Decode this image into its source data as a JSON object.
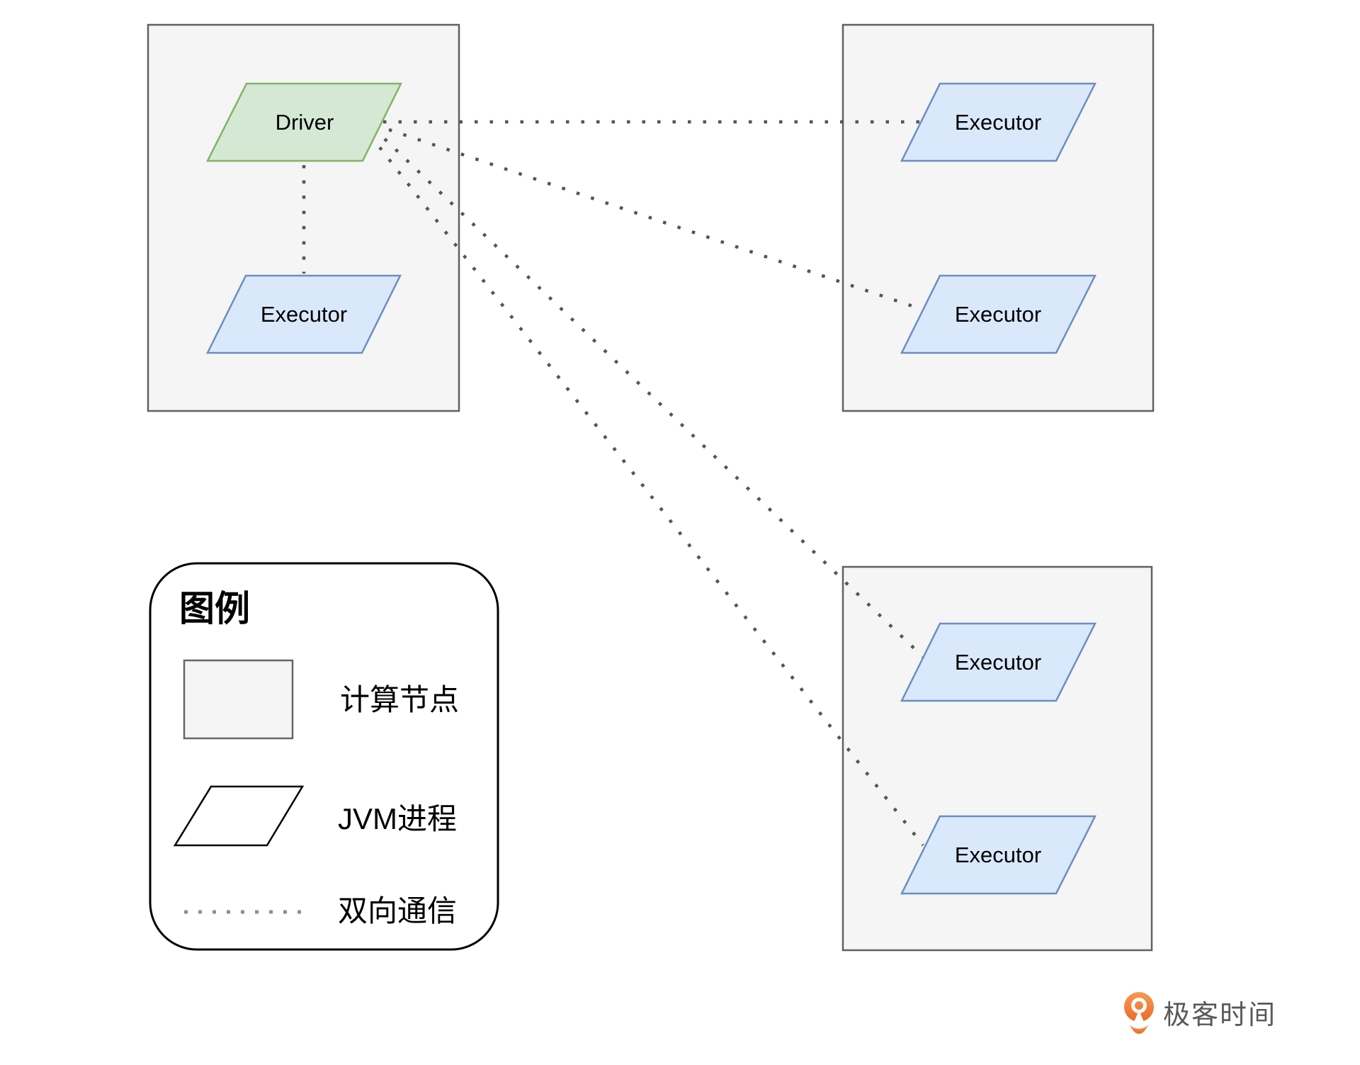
{
  "diagram": {
    "driver_label": "Driver",
    "executor_labels": [
      "Executor",
      "Executor",
      "Executor",
      "Executor",
      "Executor"
    ]
  },
  "legend": {
    "title": "图例",
    "items": [
      {
        "swatch": "machine-rect-swatch",
        "label": "计算节点"
      },
      {
        "swatch": "jvm-parallelogram-swatch",
        "label": "JVM进程"
      },
      {
        "swatch": "dotted-line-swatch",
        "label": "双向通信"
      }
    ]
  },
  "branding": {
    "logo_text": "极客时间",
    "logo_icon": "geektime-pin-icon"
  },
  "colors": {
    "background": "#ffffff",
    "machine_fill": "#f5f5f5",
    "machine_stroke": "#616161",
    "driver_fill": "#d5e8d4",
    "driver_stroke": "#82b366",
    "executor_fill": "#dae8fc",
    "executor_stroke": "#6c8ebf",
    "connector_gray": "#555555",
    "legend_border": "#000000",
    "legend_dots_gray": "#8f8f8f",
    "logo_orange": "#ed6c28",
    "logo_text_gray": "#595959"
  }
}
